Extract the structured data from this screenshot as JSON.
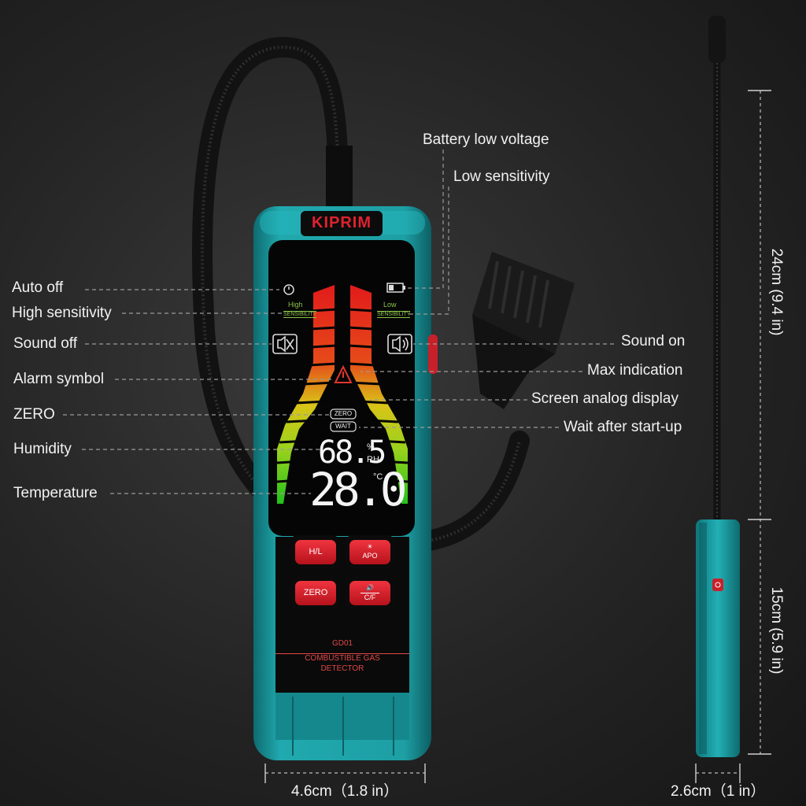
{
  "brand": "KIPRIM",
  "device": {
    "model": "GD01",
    "name_line1": "COMBUSTIBLE GAS",
    "name_line2": "DETECTOR",
    "buttons": {
      "hl": "H/L",
      "apo": "APO",
      "zero": "ZERO",
      "cf": "C/F"
    },
    "screen": {
      "high": "High",
      "low": "Low",
      "sensibility": "SENSIBILITY",
      "zero_tag": "ZERO",
      "wait_tag": "WAIT",
      "humidity_value": "68.5",
      "humidity_pct": "%",
      "humidity_unit": "RH",
      "temperature_value": "28.0",
      "temperature_unit": "°C"
    }
  },
  "callouts_left": {
    "auto_off": "Auto off",
    "high_sensitivity": "High sensitivity",
    "sound_off": "Sound off",
    "alarm_symbol": "Alarm symbol",
    "zero": "ZERO",
    "humidity": "Humidity",
    "temperature": "Temperature"
  },
  "callouts_right": {
    "battery_low": "Battery low voltage",
    "low_sensitivity": "Low sensitivity",
    "sound_on": "Sound on",
    "max_indication": "Max indication",
    "analog_display": "Screen analog display",
    "wait_startup": "Wait after start-up"
  },
  "dimensions": {
    "width_main": "4.6cm（1.8 in）",
    "width_side": "2.6cm（1 in）",
    "gooseneck_length": "24cm (9.4 in)",
    "body_length": "15cm (5.9 in)"
  },
  "colors": {
    "body": "#1fa3a8",
    "body_dark": "#0f6f74",
    "button_red": "#e0222f",
    "accent_text": "#e04848"
  }
}
